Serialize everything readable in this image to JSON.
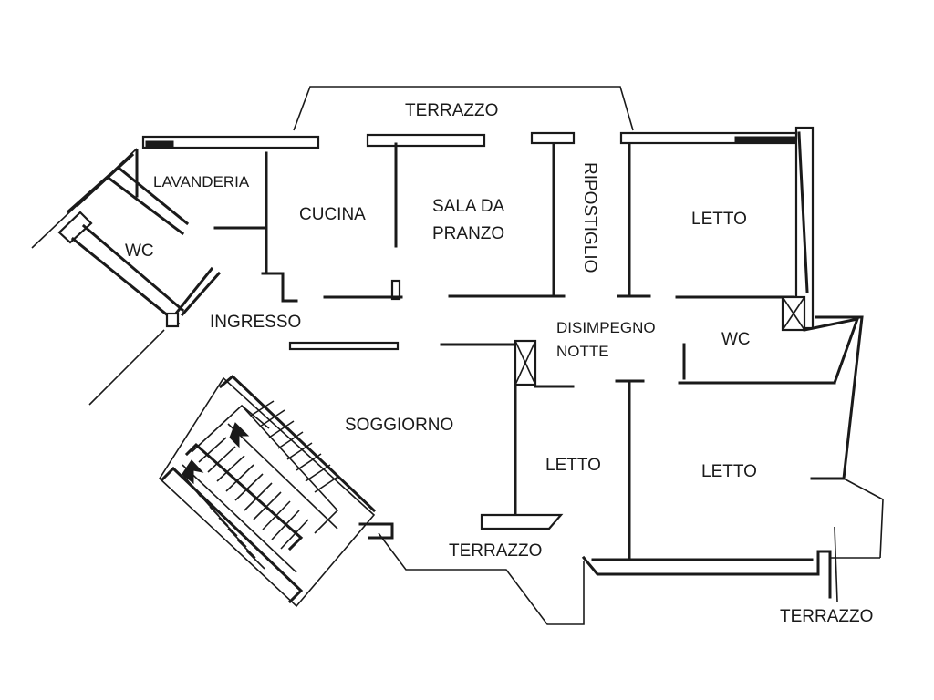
{
  "plan": {
    "rooms": {
      "terrazzo_top": "TERRAZZO",
      "lavanderia": "LAVANDERIA",
      "wc_left": "WC",
      "cucina": "CUCINA",
      "sala_line1": "SALA DA",
      "sala_line2": "PRANZO",
      "ripostiglio": "RIPOSTIGLIO",
      "letto_ne": "LETTO",
      "ingresso": "INGRESSO",
      "disimpegno_line1": "DISIMPEGNO",
      "disimpegno_line2": "NOTTE",
      "wc_right": "WC",
      "soggiorno": "SOGGIORNO",
      "letto_center": "LETTO",
      "letto_se": "LETTO",
      "terrazzo_bottom": "TERRAZZO",
      "terrazzo_right": "TERRAZZO"
    }
  }
}
